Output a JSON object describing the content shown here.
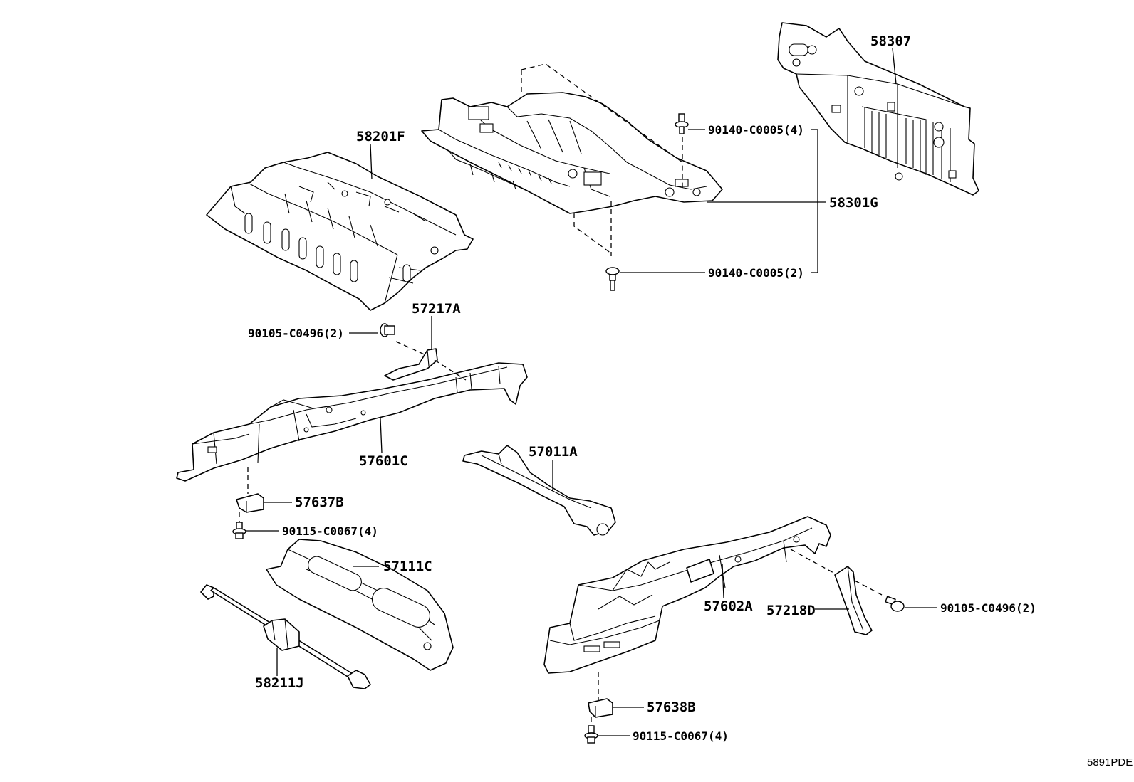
{
  "diagram_code": "5891PDE",
  "labels": {
    "p58307": "58307",
    "p58201F": "58201F",
    "p90140_4": "90140-C0005(4)",
    "p58301G": "58301G",
    "p90140_2": "90140-C0005(2)",
    "p57217A": "57217A",
    "p90105_left": "90105-C0496(2)",
    "p57601C": "57601C",
    "p57011A": "57011A",
    "p57637B": "57637B",
    "p90115_left": "90115-C0067(4)",
    "p57111C": "57111C",
    "p58211J": "58211J",
    "p57602A": "57602A",
    "p57218D": "57218D",
    "p90105_right": "90105-C0496(2)",
    "p57638B": "57638B",
    "p90115_right": "90115-C0067(4)"
  }
}
